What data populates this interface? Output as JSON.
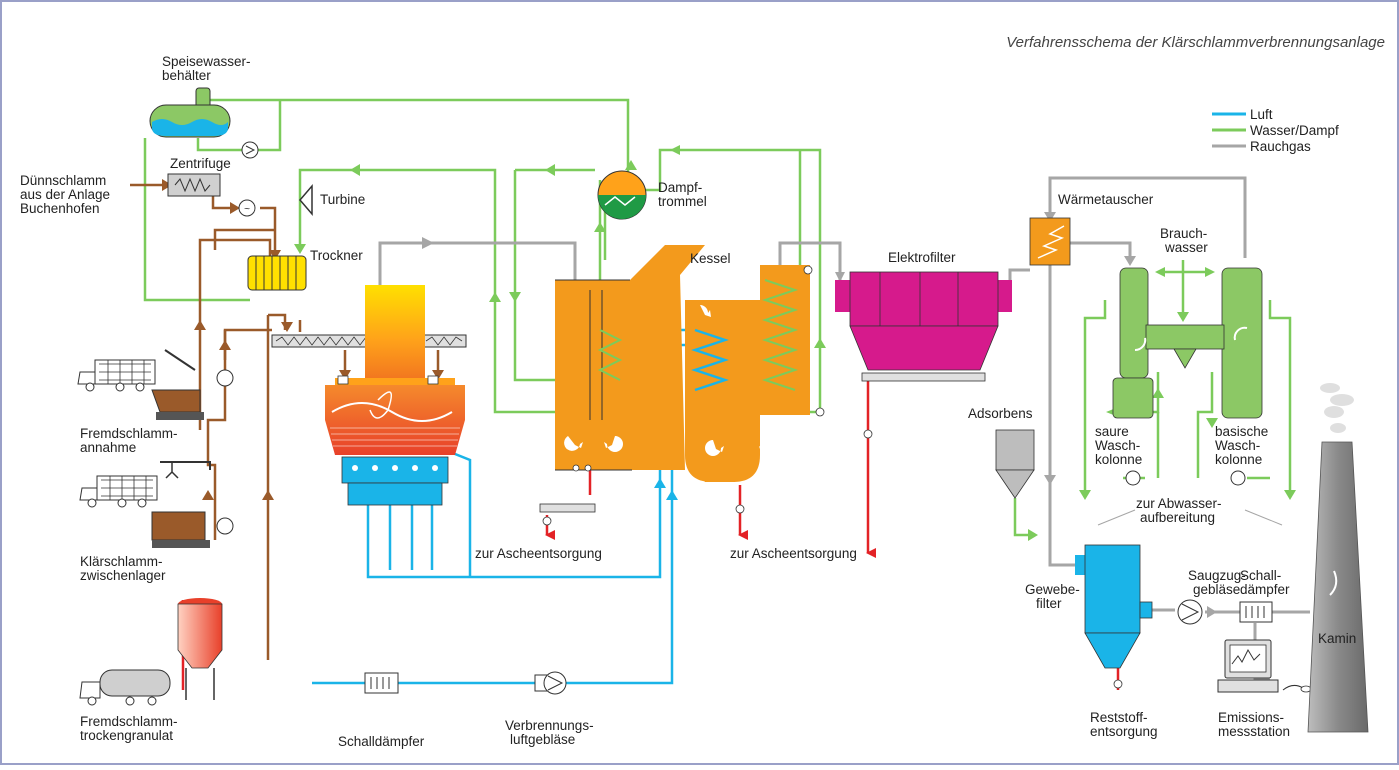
{
  "title": "Verfahrensschema der Klärschlammverbrennungsanlage",
  "colors": {
    "luft": "#1ab4e8",
    "wasser_dampf": "#7ccb5b",
    "rauchgas": "#a6a6a6",
    "schlamm": "#9a5a2a",
    "asche": "#e32226",
    "frame": "#9aa0c8",
    "kessel": "#f39a1c",
    "elektrofilter": "#d61a8c",
    "waescher": "#8cc865",
    "gewebefilter": "#1ab4e8"
  },
  "legend": [
    {
      "label": "Luft",
      "color": "#1ab4e8"
    },
    {
      "label": "Wasser/Dampf",
      "color": "#7ccb5b"
    },
    {
      "label": "Rauchgas",
      "color": "#a6a6a6"
    }
  ],
  "labels": {
    "speisewasser_1": "Speisewasser-",
    "speisewasser_2": "behälter",
    "zentrifuge": "Zentrifuge",
    "duenn_1": "Dünnschlamm",
    "duenn_2": "aus der Anlage",
    "duenn_3": "Buchenhofen",
    "turbine": "Turbine",
    "trockner": "Trockner",
    "dampf_1": "Dampf-",
    "dampf_2": "trommel",
    "kessel": "Kessel",
    "elektrofilter": "Elektrofilter",
    "waermetauscher": "Wärmetauscher",
    "brauch_1": "Brauch-",
    "brauch_2": "wasser",
    "adsorbens": "Adsorbens",
    "saure_1": "saure",
    "saure_2": "Wasch-",
    "saure_3": "kolonne",
    "basische_1": "basische",
    "basische_2": "Wasch-",
    "basische_3": "kolonne",
    "abwasser_1": "zur Abwasser-",
    "abwasser_2": "aufbereitung",
    "fremd_ann_1": "Fremdschlamm-",
    "fremd_ann_2": "annahme",
    "klaer_1": "Klärschlamm-",
    "klaer_2": "zwischenlager",
    "fremd_tro_1": "Fremdschlamm-",
    "fremd_tro_2": "trockengranulat",
    "asche_1": "zur Ascheentsorgung",
    "asche_2": "zur Ascheentsorgung",
    "schall_1": "Schalldämpfer",
    "verb_1": "Verbrennungs-",
    "verb_2": "luftgebläse",
    "gewebe_1": "Gewebe-",
    "gewebe_2": "filter",
    "saugzug_1": "Saugzug-",
    "saugzug_2": "gebläse",
    "schall2_1": "Schall-",
    "schall2_2": "dämpfer",
    "kamin": "Kamin",
    "reststoff_1": "Reststoff-",
    "reststoff_2": "entsorgung",
    "emission_1": "Emissions-",
    "emission_2": "messstation"
  }
}
